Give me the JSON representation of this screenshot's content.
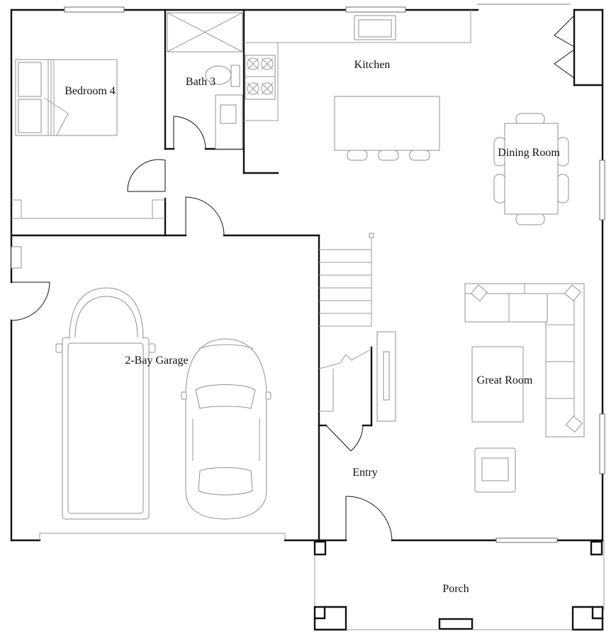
{
  "rooms": {
    "bedroom4": "Bedroom 4",
    "bath3": "Bath 3",
    "kitchen": "Kitchen",
    "dining_room": "Dining Room",
    "great_room": "Great Room",
    "garage": "2-Bay Garage",
    "entry": "Entry",
    "porch": "Porch"
  },
  "colors": {
    "wall": "#111111",
    "fixture": "#8f8f8f",
    "background": "#ffffff"
  }
}
